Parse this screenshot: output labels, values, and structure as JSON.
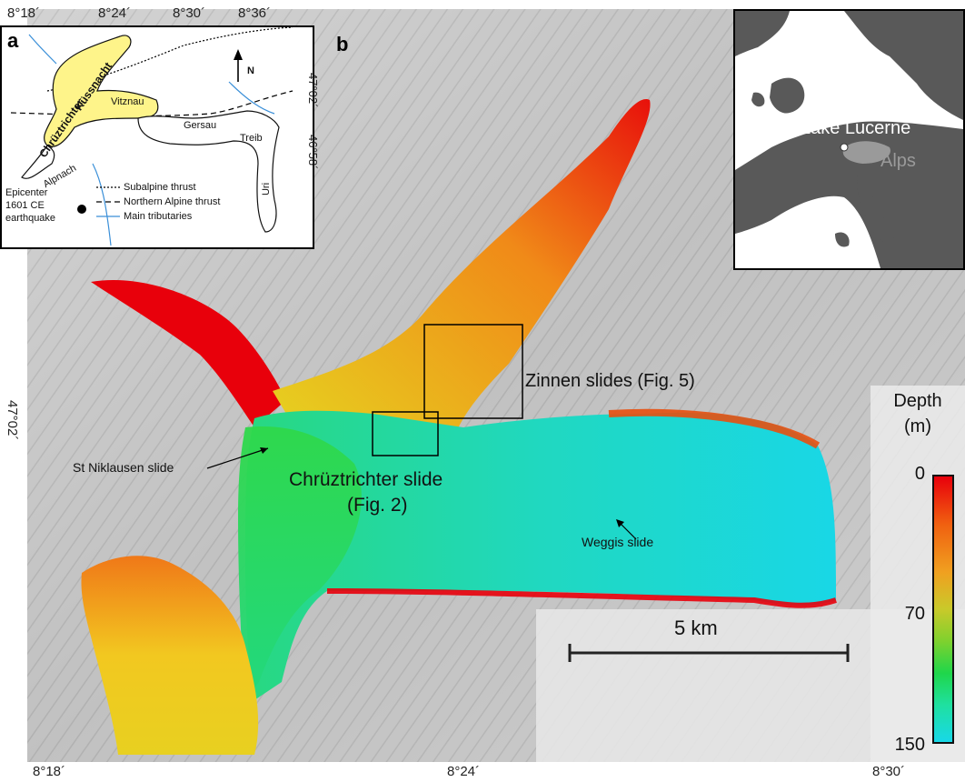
{
  "panels": {
    "a": "a",
    "b": "b"
  },
  "lon_ticks_top": [
    "8°18´",
    "8°24´",
    "8°30´",
    "8°36´"
  ],
  "lat_ticks_inset_a": [
    "47°02´",
    "46°58´"
  ],
  "lon_ticks_bottom": [
    "8°18´",
    "8°24´",
    "8°30´"
  ],
  "lat_tick_left": "47°02´",
  "inset_a": {
    "places": [
      "Küssnacht",
      "Chrüztrichter",
      "Vitznau",
      "Gersau",
      "Treib",
      "Alpnach",
      "Uri"
    ],
    "north": "N",
    "epicenter_label": [
      "Epicenter",
      "1601 CE",
      "earthquake"
    ],
    "legend": [
      "Subalpine thrust",
      "Northern Alpine thrust",
      "Main tributaries"
    ],
    "colors": {
      "lake": "#fef48a",
      "river": "#3a8fd8"
    }
  },
  "inset_c": {
    "lake_label": "Lake Lucerne",
    "alps_label": "Alps",
    "colors": {
      "land": "#595959",
      "sea": "#ffffff",
      "alps": "#9a9a9a"
    }
  },
  "annotations": {
    "zinnen": "Zinnen slides (Fig. 5)",
    "chruztrichter_line1": "Chrüztrichter slide",
    "chruztrichter_line2": "(Fig. 2)",
    "st_niklausen": "St Niklausen slide",
    "weggis": "Weggis slide"
  },
  "legend": {
    "title_line1": "Depth",
    "title_line2": "(m)",
    "ticks": [
      "0",
      "70",
      "150"
    ],
    "tick_values": [
      0,
      70,
      150
    ],
    "colors": [
      "#e8000b",
      "#f0a020",
      "#1fd64a",
      "#18d8e8"
    ]
  },
  "scale_bar": {
    "label": "5 km"
  }
}
